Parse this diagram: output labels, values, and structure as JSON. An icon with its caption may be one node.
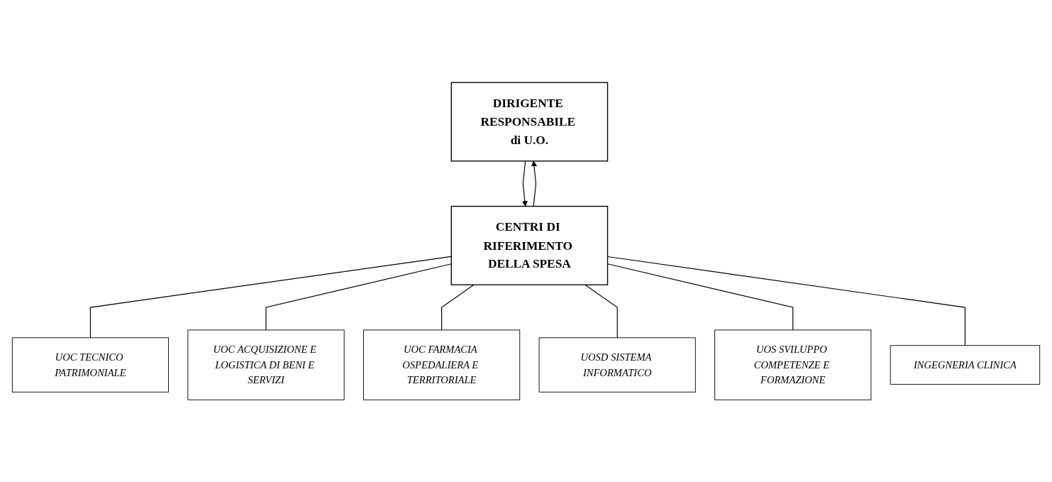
{
  "diagram": {
    "nodes": [
      {
        "text": [
          "DIRIGENTE RESPONSABILE di U.O."
        ]
      },
      {
        "text": [
          "CENTRI DI RIFERIMENTO DELLA SPESA"
        ]
      },
      {
        "text": [
          "UOC TECNICO PATRIMONIALE"
        ]
      },
      {
        "text": [
          "UOC ACQUISIZIONE E LOGISTICA DI BENI E SERVIZI"
        ]
      },
      {
        "text": [
          "UOC FARMACIA OSPEDALIERA E TERRITORIALE"
        ]
      },
      {
        "text": [
          "UOSD SISTEMA INFORMATICO"
        ]
      },
      {
        "text": [
          "UOS SVILUPPO COMPETENZE E FORMAZIONE"
        ]
      },
      {
        "text": [
          "INGEGNERIA CLINICA"
        ]
      }
    ],
    "edges": [
      {
        "from": 0,
        "to": 1,
        "arrow": "to"
      },
      {
        "from": 1,
        "to": 0,
        "arrow": "to"
      },
      {
        "from": 1,
        "to": 2,
        "arrow": "none"
      },
      {
        "from": 1,
        "to": 3,
        "arrow": "none"
      },
      {
        "from": 1,
        "to": 4,
        "arrow": "none"
      },
      {
        "from": 1,
        "to": 5,
        "arrow": "none"
      },
      {
        "from": 1,
        "to": 6,
        "arrow": "none"
      },
      {
        "from": 1,
        "to": 7,
        "arrow": "none"
      }
    ]
  }
}
